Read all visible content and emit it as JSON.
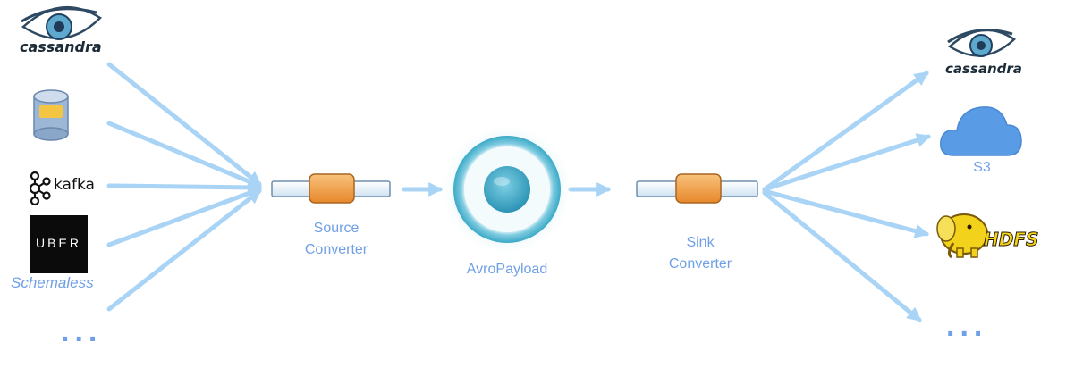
{
  "sources": {
    "cassandra_label": "cassandra",
    "kafka_label": "kafka",
    "uber_label": "UBER",
    "schemaless_label": "Schemaless",
    "more_label": "..."
  },
  "pipeline": {
    "source_converter_line1": "Source",
    "source_converter_line2": "Converter",
    "payload_label": "AvroPayload",
    "sink_converter_line1": "Sink",
    "sink_converter_line2": "Converter"
  },
  "sinks": {
    "cassandra_label": "cassandra",
    "s3_label": "S3",
    "hdfs_label": "HDFS",
    "more_label": "..."
  },
  "colors": {
    "arrow": "#a9d4f5",
    "label": "#6f9fe6",
    "pipe_orange": "#f0a044",
    "payload_teal": "#3aa9c6",
    "cloud_blue": "#5a9be6",
    "hdfs_yellow": "#f3d21c"
  }
}
